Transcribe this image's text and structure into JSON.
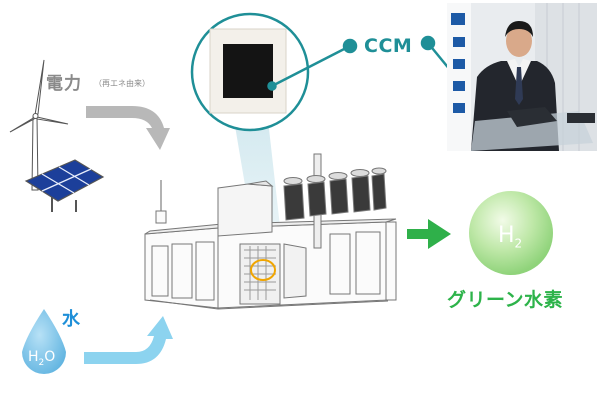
{
  "power": {
    "label": "電力",
    "note": "（再エネ由来）"
  },
  "ccm": {
    "label": "CCM"
  },
  "water": {
    "label": "水",
    "formula": "H",
    "formula_sub": "2",
    "formula_tail": "O"
  },
  "hydrogen": {
    "formula": "H",
    "formula_sub": "2",
    "label": "グリーン水素"
  },
  "colors": {
    "teal": "#1f8f97",
    "gray_arrow": "#b8b8b8",
    "blue_arrow": "#8cd3ef",
    "green_arrow": "#2fb04a",
    "water_drop": "#7fc6ea",
    "hydrogen_text": "#2db34a",
    "highlight_ring": "#f0a500"
  },
  "icons": [
    "wind-turbine-icon",
    "solar-panel-icon",
    "water-drop-icon",
    "hydrogen-sphere-icon",
    "electrolyzer-unit",
    "ccm-membrane",
    "speaker-photo"
  ]
}
